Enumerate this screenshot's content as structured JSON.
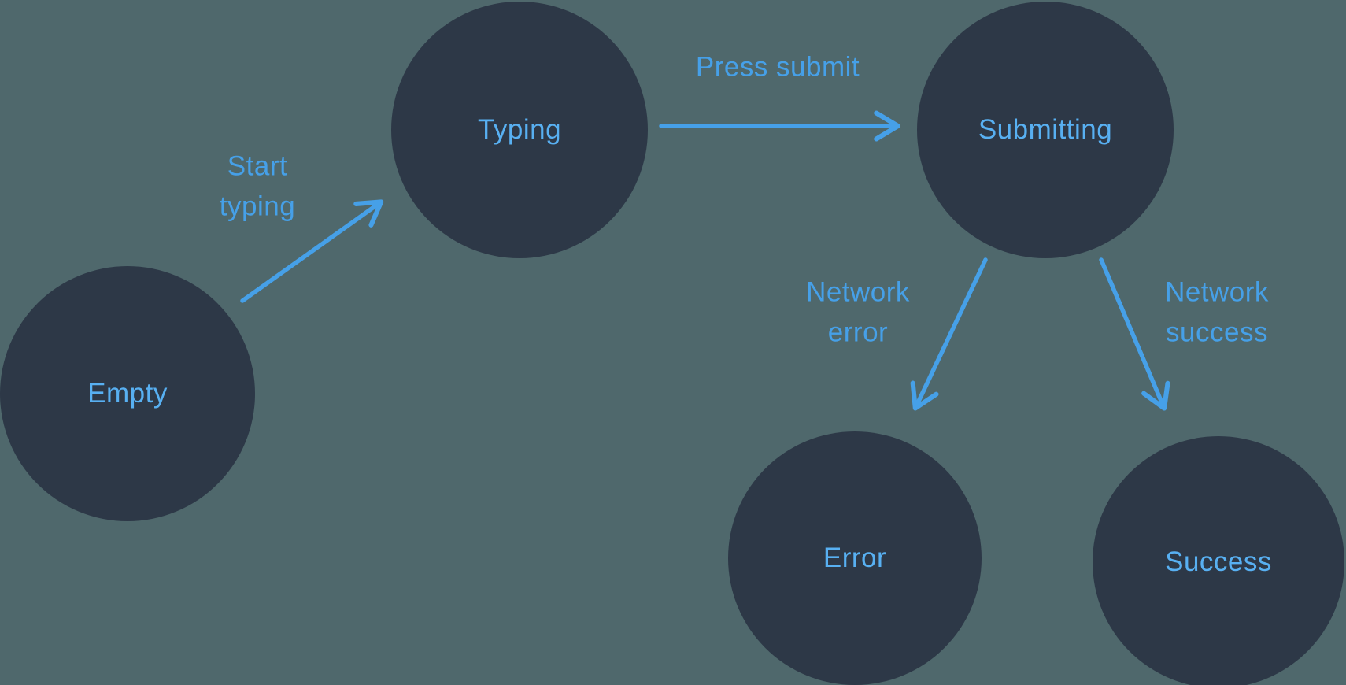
{
  "diagram": {
    "type": "state-machine",
    "description": "Form submission state diagram"
  },
  "colors": {
    "background": "#4f686c",
    "node_fill": "#2d3847",
    "accent": "#46a0e8",
    "node_label": "#58b0f2"
  },
  "nodes": [
    {
      "id": "empty",
      "label": "Empty"
    },
    {
      "id": "typing",
      "label": "Typing"
    },
    {
      "id": "submitting",
      "label": "Submitting"
    },
    {
      "id": "error",
      "label": "Error"
    },
    {
      "id": "success",
      "label": "Success"
    }
  ],
  "edges": [
    {
      "from": "empty",
      "to": "typing",
      "label": "Start typing"
    },
    {
      "from": "typing",
      "to": "submitting",
      "label": "Press submit"
    },
    {
      "from": "submitting",
      "to": "error",
      "label": "Network error"
    },
    {
      "from": "submitting",
      "to": "success",
      "label": "Network success"
    }
  ]
}
